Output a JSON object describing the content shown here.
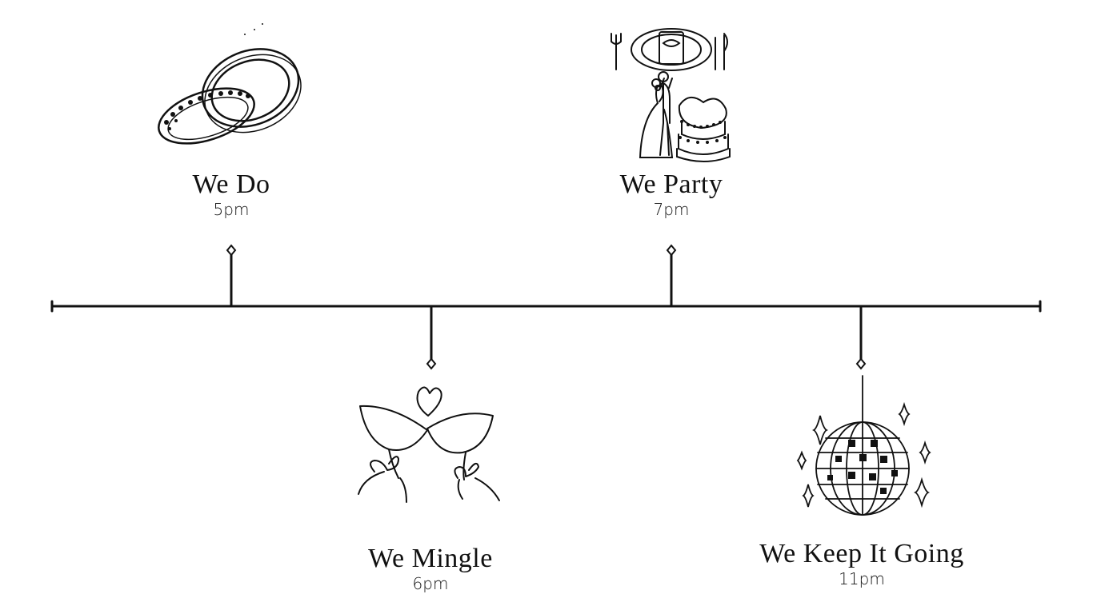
{
  "events": [
    {
      "title": "We Do",
      "time": "5pm",
      "illustration": "wedding-rings-icon"
    },
    {
      "title": "We Mingle",
      "time": "6pm",
      "illustration": "champagne-toast-icon"
    },
    {
      "title": "We Party",
      "time": "7pm",
      "illustration": "dinner-dance-cake-icon"
    },
    {
      "title": "We Keep It Going",
      "time": "11pm",
      "illustration": "disco-ball-icon"
    }
  ],
  "colors": {
    "ink": "#111111",
    "background": "#ffffff"
  }
}
